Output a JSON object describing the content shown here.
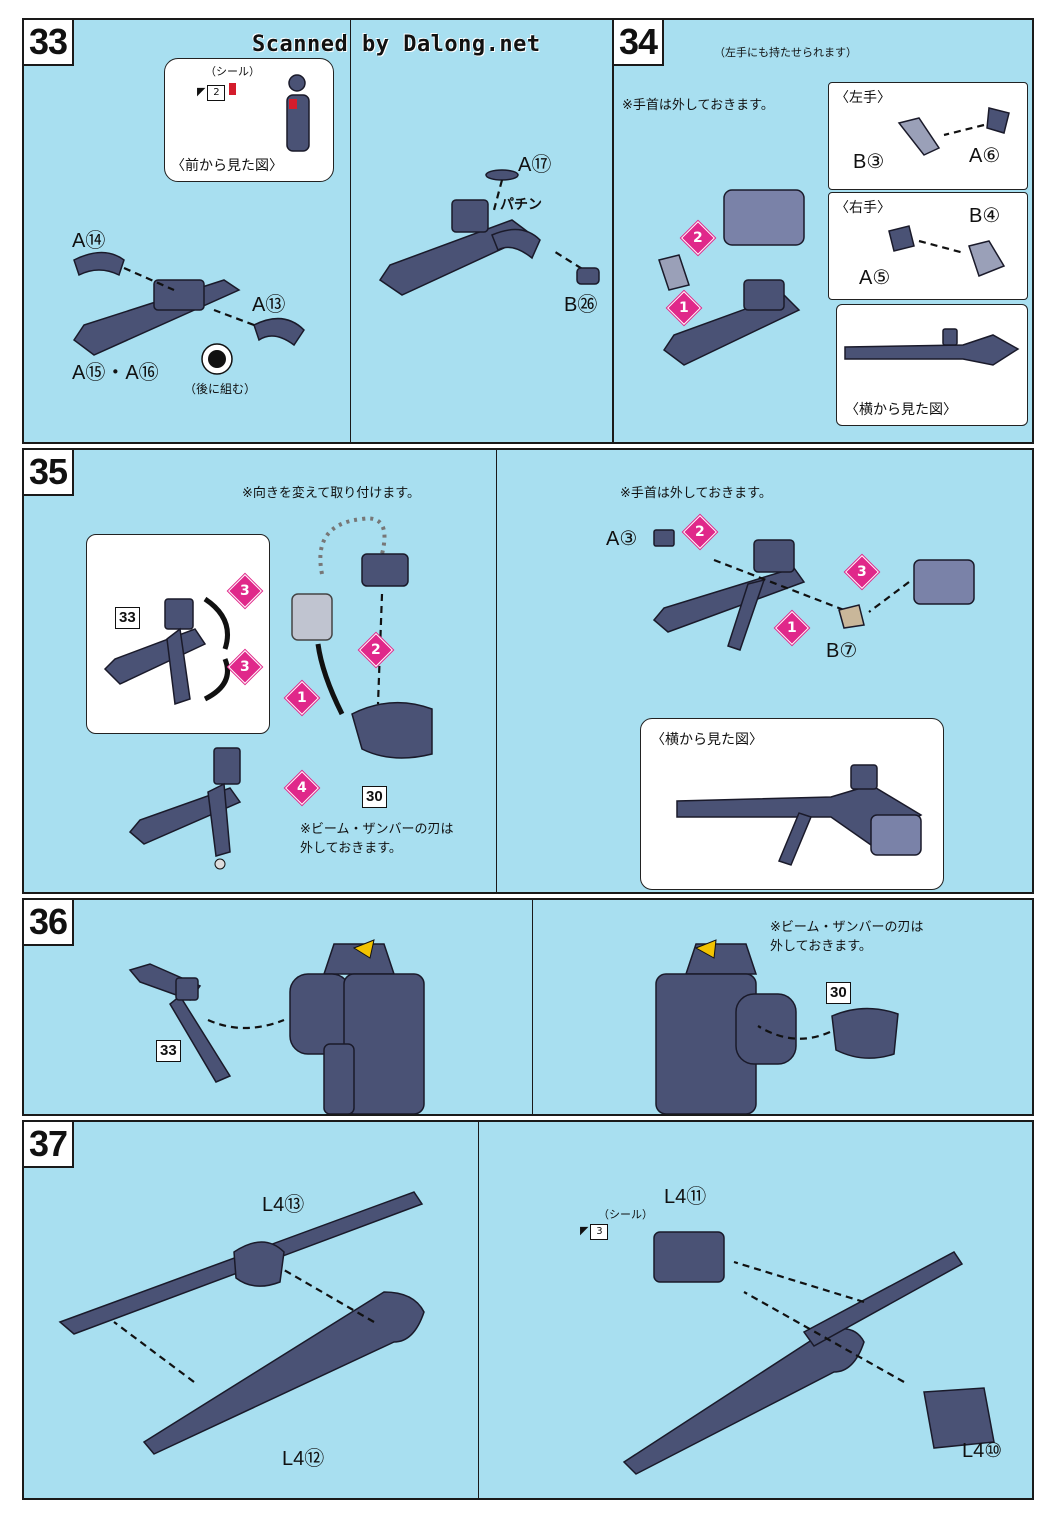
{
  "watermark": "Scanned by Dalong.net",
  "steps": {
    "s33": {
      "number": "33",
      "seal_label": "（シール）",
      "seal_number": "2",
      "front_view_label": "〈前から見た図〉",
      "after_label": "（後に組む）",
      "parts": [
        "A⑭",
        "A⑬",
        "A⑮・A⑯",
        "A⑰",
        "B㉖"
      ],
      "snap": "パチン"
    },
    "s34": {
      "number": "34",
      "header_note": "（左手にも持たせられます）",
      "note": "※手首は外しておきます。",
      "left_hand": "〈左手〉",
      "right_hand": "〈右手〉",
      "side_view_label": "〈横から見た図〉",
      "parts": [
        "B③",
        "A⑥",
        "B④",
        "A⑤"
      ]
    },
    "s35": {
      "number": "35",
      "note_orient": "※向きを変えて取り付けます。",
      "note_blade": "※ビーム・ザンバーの刃は外しておきます。",
      "note_wrist": "※手首は外しておきます。",
      "side_view_label": "〈横から見た図〉",
      "ref_33": "33",
      "ref_30": "30",
      "parts": [
        "A③",
        "B⑦"
      ]
    },
    "s36": {
      "number": "36",
      "note_blade": "※ビーム・ザンバーの刃は外しておきます。",
      "ref_33": "33",
      "ref_30": "30"
    },
    "s37": {
      "number": "37",
      "seal_label": "（シール）",
      "seal_number": "3",
      "parts": [
        "L4⑬",
        "L4⑫",
        "L4⑪",
        "L4⑩"
      ]
    }
  },
  "colors": {
    "panel": "#a8dff0",
    "part": "#4a5275",
    "accent": "#e0288a"
  }
}
